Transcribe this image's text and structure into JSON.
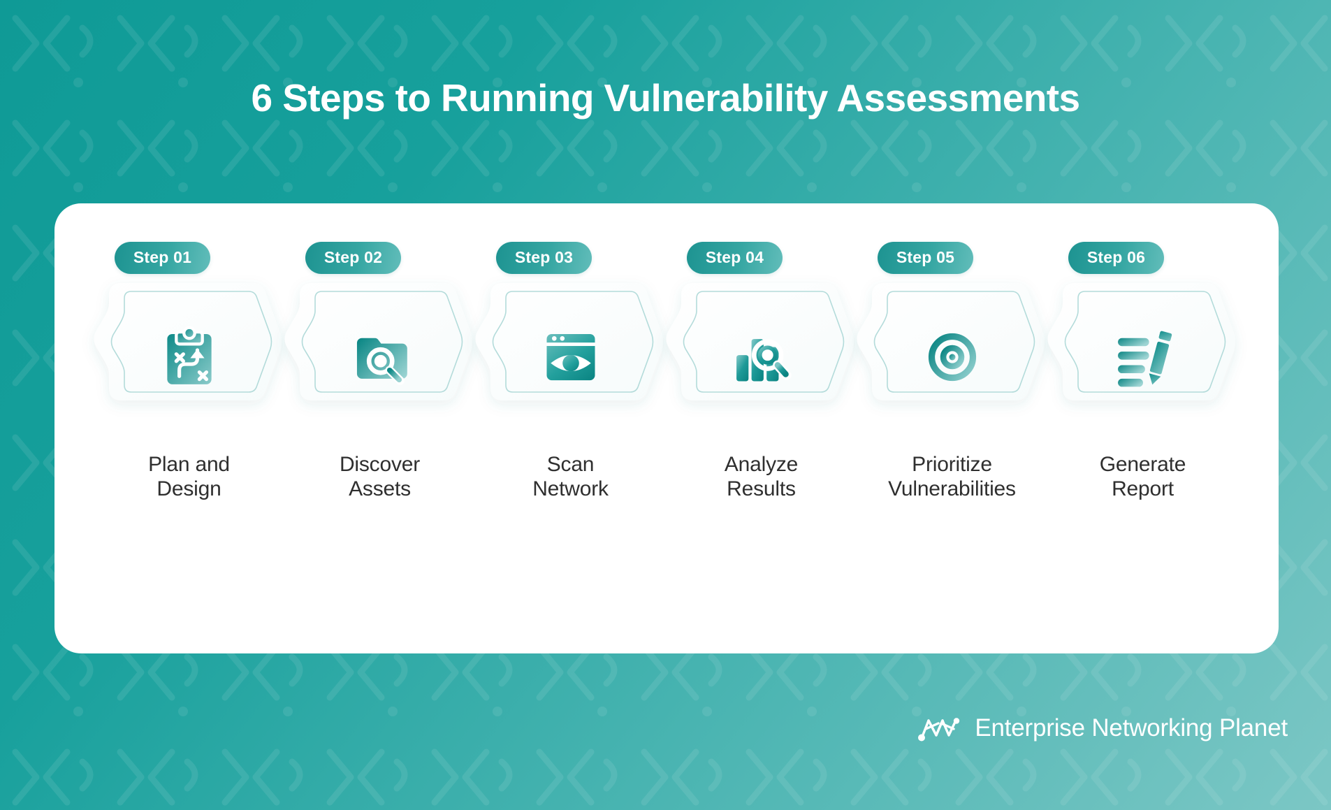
{
  "page": {
    "title": "6 Steps to Running Vulnerability Assessments",
    "background_color_start": "#0f9a96",
    "background_color_end": "#7cc7c5",
    "panel_color": "#ffffff",
    "accent_color": "#1d9391",
    "label_color": "#2f2f2f"
  },
  "steps": [
    {
      "badge": "Step 01",
      "label": "Plan and\nDesign",
      "icon": "clipboard-strategy-icon"
    },
    {
      "badge": "Step 02",
      "label": "Discover\nAssets",
      "icon": "folder-search-icon"
    },
    {
      "badge": "Step 03",
      "label": "Scan\nNetwork",
      "icon": "browser-eye-icon"
    },
    {
      "badge": "Step 04",
      "label": "Analyze\nResults",
      "icon": "bar-chart-search-icon"
    },
    {
      "badge": "Step 05",
      "label": "Prioritize\nVulnerabilities",
      "icon": "crosshair-target-icon"
    },
    {
      "badge": "Step 06",
      "label": "Generate\nReport",
      "icon": "document-pencil-icon"
    }
  ],
  "footer": {
    "brand": "Enterprise Networking Planet",
    "logo_mark": "network-nodes-icon"
  }
}
